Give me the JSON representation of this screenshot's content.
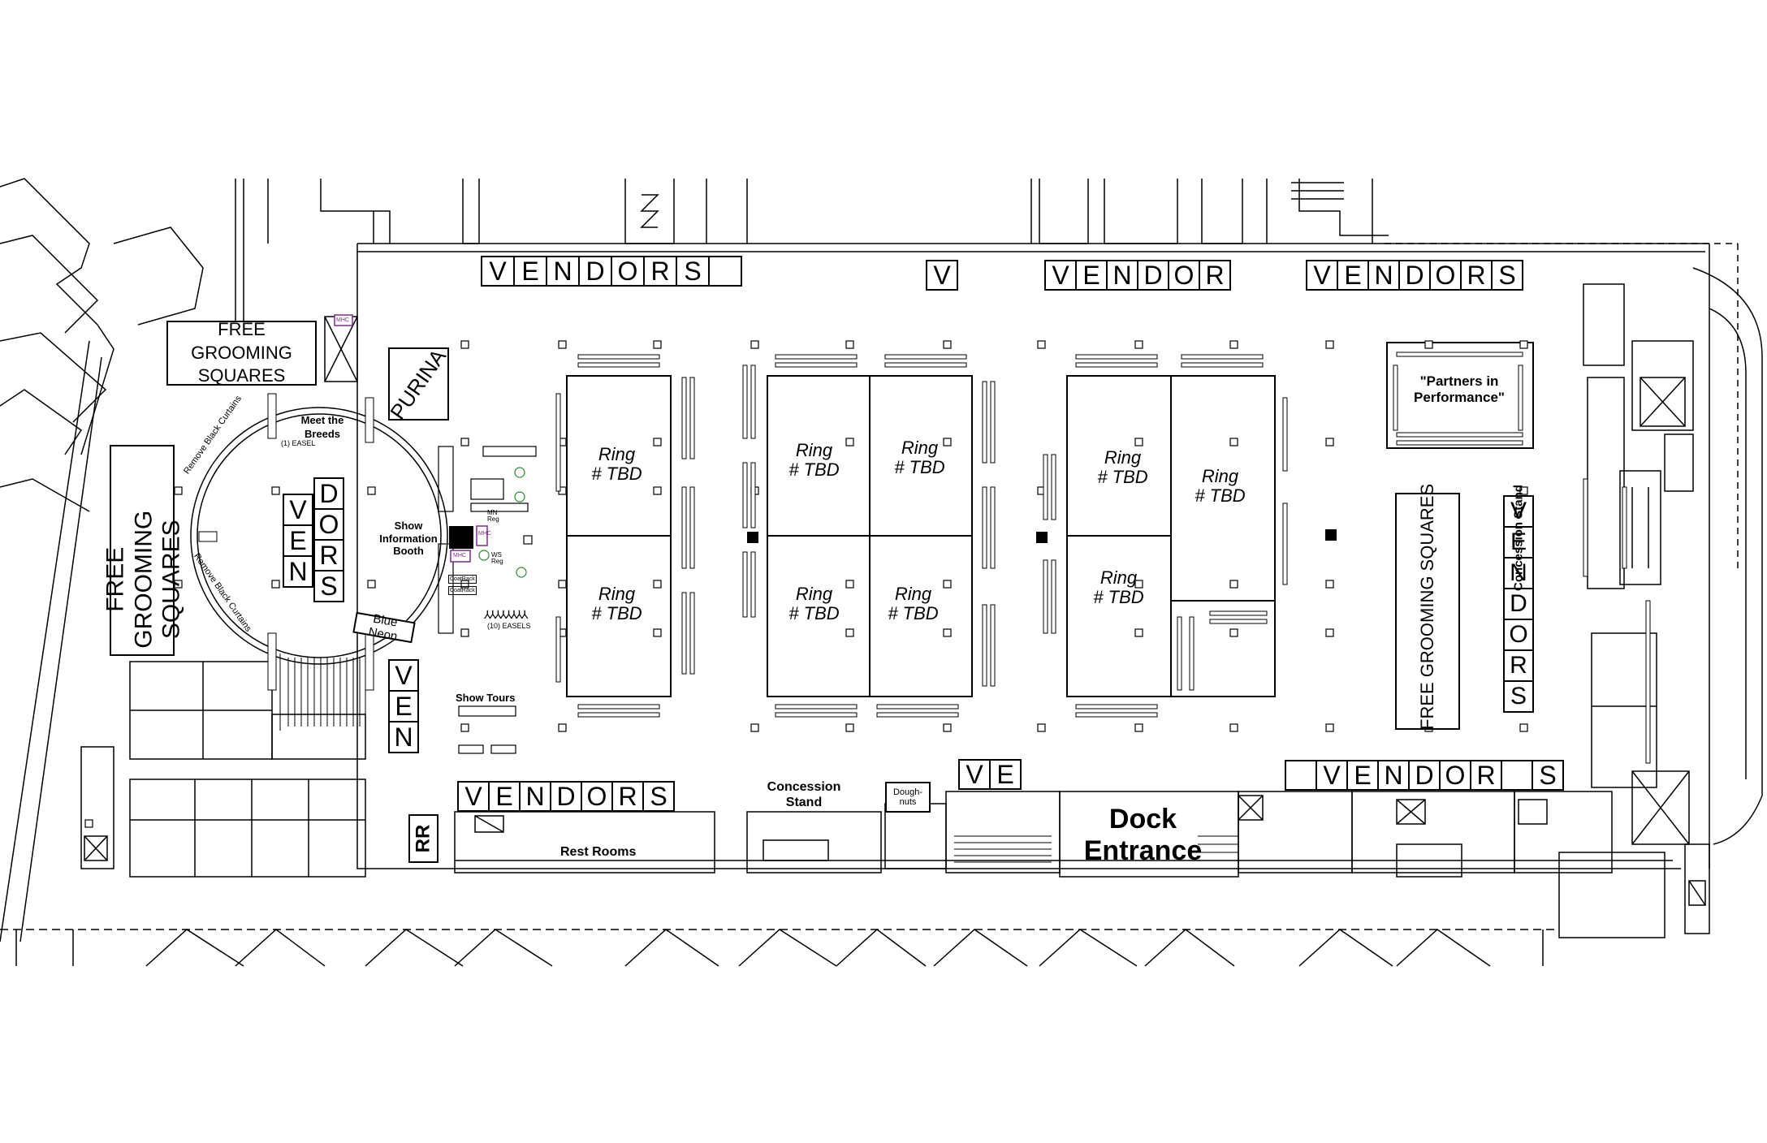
{
  "vendors_top_1": {
    "letters": [
      "V",
      "E",
      "N",
      "D",
      "O",
      "R",
      "S",
      ""
    ]
  },
  "vendors_top_2": {
    "letters": [
      "V"
    ]
  },
  "vendors_top_3": {
    "letters": [
      "V",
      "E",
      "N",
      "D",
      "O",
      "R"
    ]
  },
  "vendors_top_4": {
    "letters": [
      "V",
      "E",
      "N",
      "D",
      "O",
      "R",
      "S"
    ]
  },
  "vendors_bottom_1": {
    "letters": [
      "V",
      "E",
      "N",
      "D",
      "O",
      "R",
      "S"
    ]
  },
  "vendors_bottom_2": {
    "letters": [
      "V",
      "E"
    ]
  },
  "vendors_bottom_3": {
    "letters": [
      "",
      "V",
      "E",
      "N",
      "D",
      "O",
      "R",
      "",
      "S"
    ]
  },
  "vendors_right_vertical": {
    "letters": [
      "V",
      "E",
      "N",
      "D",
      "O",
      "R",
      "S"
    ]
  },
  "vendors_circle_left": {
    "letters": [
      "V",
      "E",
      "N"
    ]
  },
  "vendors_circle_right": {
    "letters": [
      "D",
      "O",
      "R",
      "S"
    ]
  },
  "vendors_circle_bottom": {
    "letters": [
      "V",
      "E",
      "N"
    ]
  },
  "free_grooming_top": "FREE GROOMING SQUARES",
  "free_grooming_left": "FREE GROOMING SQUARES",
  "free_grooming_right": "FREE GROOMING SQUARES",
  "purina": "PURINA",
  "meet_breeds": "Meet the Breeds",
  "easel_one": "(1) EASEL",
  "remove_curtains_top": "Remove Black Curtains",
  "remove_curtains_bottom": "Remove Black Curtains",
  "info_booth": "Show Information Booth",
  "mn_reg": "MN Reg",
  "ws_reg": "WS Reg",
  "coat_rack_1": "CoatRack",
  "coat_rack_2": "CoatRack",
  "mhc_1": "MHC",
  "mhc_2": "MHC",
  "mhc_3": "MHC",
  "easels_ten": "(10) EASELS",
  "blue_neon": "Blue Neon",
  "show_tours": "Show Tours",
  "rr": "RR",
  "rest_rooms": "Rest Rooms",
  "concession_bottom": "Concession Stand",
  "doughnuts": "Dough-nuts",
  "dock_entrance": "Dock Entrance",
  "partners": "\"Partners in Performance\"",
  "concession_right": "Concession Stand",
  "rings": [
    {
      "line1": "Ring",
      "line2": "# TBD"
    },
    {
      "line1": "Ring",
      "line2": "# TBD"
    },
    {
      "line1": "Ring",
      "line2": "# TBD"
    },
    {
      "line1": "Ring",
      "line2": "# TBD"
    },
    {
      "line1": "Ring",
      "line2": "# TBD"
    },
    {
      "line1": "Ring",
      "line2": "# TBD"
    },
    {
      "line1": "Ring",
      "line2": "# TBD"
    },
    {
      "line1": "Ring",
      "line2": "# TBD"
    },
    {
      "line1": "Ring",
      "line2": "# TBD"
    }
  ]
}
